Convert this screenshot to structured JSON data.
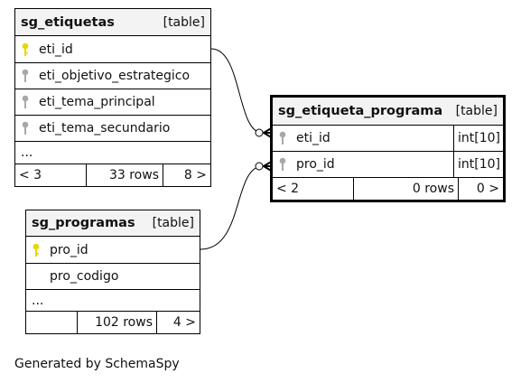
{
  "tables": {
    "etiquetas": {
      "name": "sg_etiquetas",
      "kind": "[table]",
      "columns": [
        {
          "name": "eti_id",
          "key": "primary"
        },
        {
          "name": "eti_objetivo_estrategico",
          "key": "index"
        },
        {
          "name": "eti_tema_principal",
          "key": "index"
        },
        {
          "name": "eti_tema_secundario",
          "key": "index"
        }
      ],
      "more": "...",
      "footer": {
        "left": "< 3",
        "middle": "33 rows",
        "right": "8 >"
      }
    },
    "etiqueta_programa": {
      "name": "sg_etiqueta_programa",
      "kind": "[table]",
      "columns": [
        {
          "name": "eti_id",
          "type": "int[10]",
          "key": "index"
        },
        {
          "name": "pro_id",
          "type": "int[10]",
          "key": "index"
        }
      ],
      "footer": {
        "left": "< 2",
        "middle": "0 rows",
        "right": "0 >"
      }
    },
    "programas": {
      "name": "sg_programas",
      "kind": "[table]",
      "columns": [
        {
          "name": "pro_id",
          "key": "primary"
        },
        {
          "name": "pro_codigo",
          "key": "none"
        }
      ],
      "more": "...",
      "footer": {
        "left": "",
        "middle": "102 rows",
        "right": "4 >"
      }
    }
  },
  "caption": "Generated by SchemaSpy",
  "colors": {
    "primary_key": "#e8d800",
    "index_key": "#a8a8a8",
    "header_bg": "#f3f3f3"
  }
}
